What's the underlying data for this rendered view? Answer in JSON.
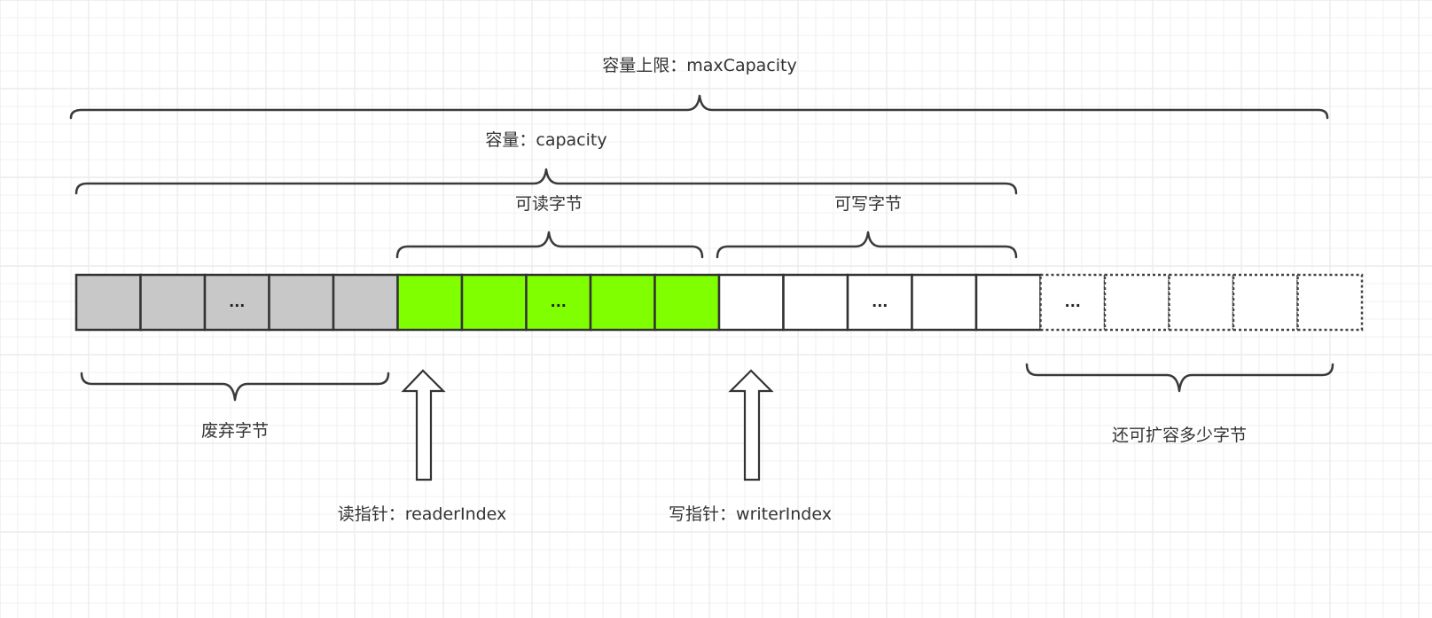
{
  "labels": {
    "max_capacity": "容量上限：maxCapacity",
    "capacity": "容量：capacity",
    "readable_bytes": "可读字节",
    "writable_bytes": "可写字节",
    "discardable_bytes": "废弃字节",
    "expandable_bytes": "还可扩容多少字节",
    "reader_index": "读指针：readerIndex",
    "writer_index": "写指针：writerIndex"
  },
  "segments": [
    {
      "id": "discarded",
      "cells": 5,
      "ellipsis_cell": 2,
      "color": "#c8c8c8",
      "dashed": false
    },
    {
      "id": "readable",
      "cells": 5,
      "ellipsis_cell": 2,
      "color": "#80ff00",
      "dashed": false
    },
    {
      "id": "writable",
      "cells": 5,
      "ellipsis_cell": 2,
      "color": "#ffffff",
      "dashed": false
    },
    {
      "id": "expandable",
      "cells": 5,
      "ellipsis_cell": 0,
      "color": "#ffffff",
      "dashed": true
    }
  ],
  "ellipsis": "...",
  "colors": {
    "grid_line": "#ececec",
    "stroke": "#333333"
  }
}
